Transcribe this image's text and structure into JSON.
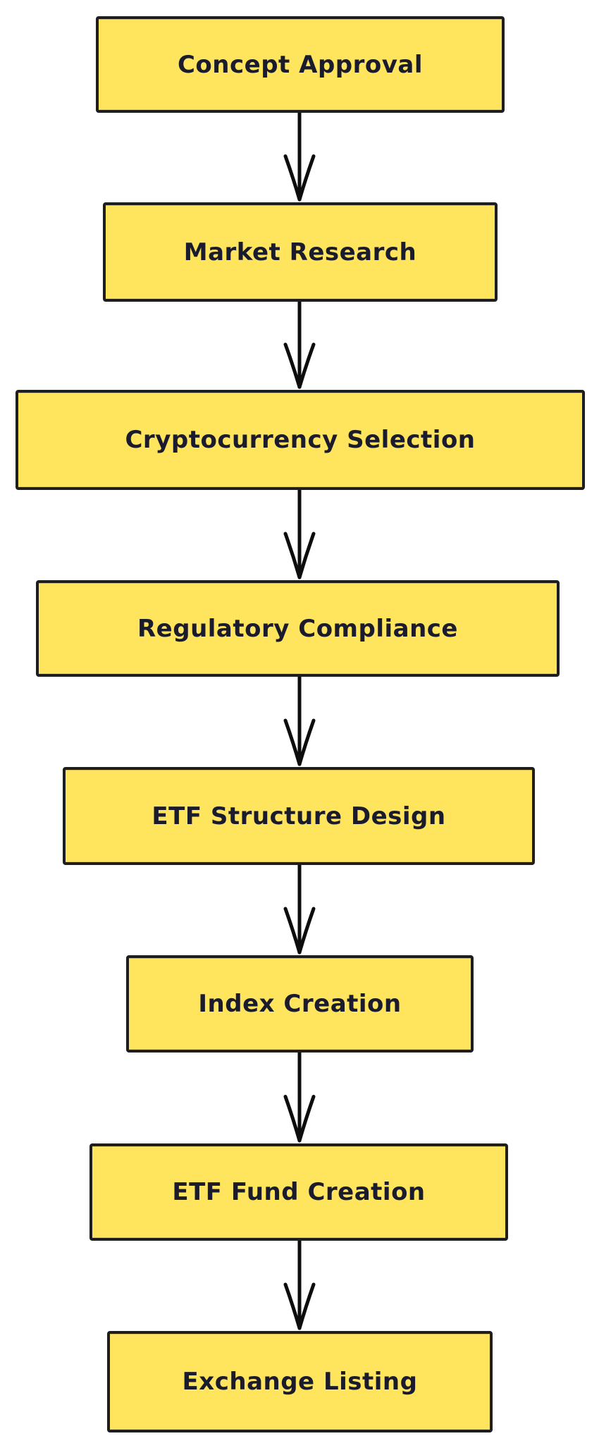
{
  "flowchart": {
    "steps": [
      {
        "label": "Concept Approval"
      },
      {
        "label": "Market Research"
      },
      {
        "label": "Cryptocurrency Selection"
      },
      {
        "label": "Regulatory Compliance"
      },
      {
        "label": "ETF Structure Design"
      },
      {
        "label": "Index Creation"
      },
      {
        "label": "ETF Fund Creation"
      },
      {
        "label": "Exchange Listing"
      }
    ],
    "colors": {
      "background": "#ffffff",
      "box_fill": "#FFE45E",
      "box_border": "#1e1e1e",
      "text": "#1b1b2e",
      "arrow": "#0d0d0d"
    }
  }
}
